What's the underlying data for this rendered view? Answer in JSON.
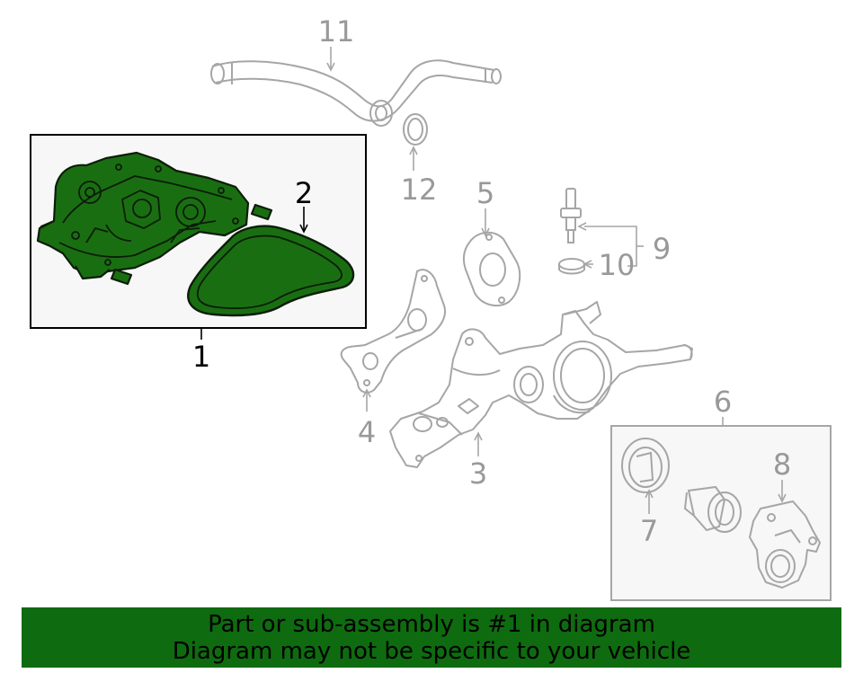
{
  "colors": {
    "highlight_fill": "#1a6e12",
    "highlight_stroke": "#0b1d08",
    "part_stroke": "#a6a6a6",
    "box_stroke": "#000000",
    "banner_bg": "#0f6b0f",
    "banner_text": "#000000"
  },
  "callouts": {
    "c1": "1",
    "c2": "2",
    "c3": "3",
    "c4": "4",
    "c5": "5",
    "c6": "6",
    "c7": "7",
    "c8": "8",
    "c9": "9",
    "c10": "10",
    "c11": "11",
    "c12": "12"
  },
  "banner": {
    "line1": "Part or sub-assembly is #1 in diagram",
    "line2": "Diagram may not be specific to your vehicle"
  }
}
